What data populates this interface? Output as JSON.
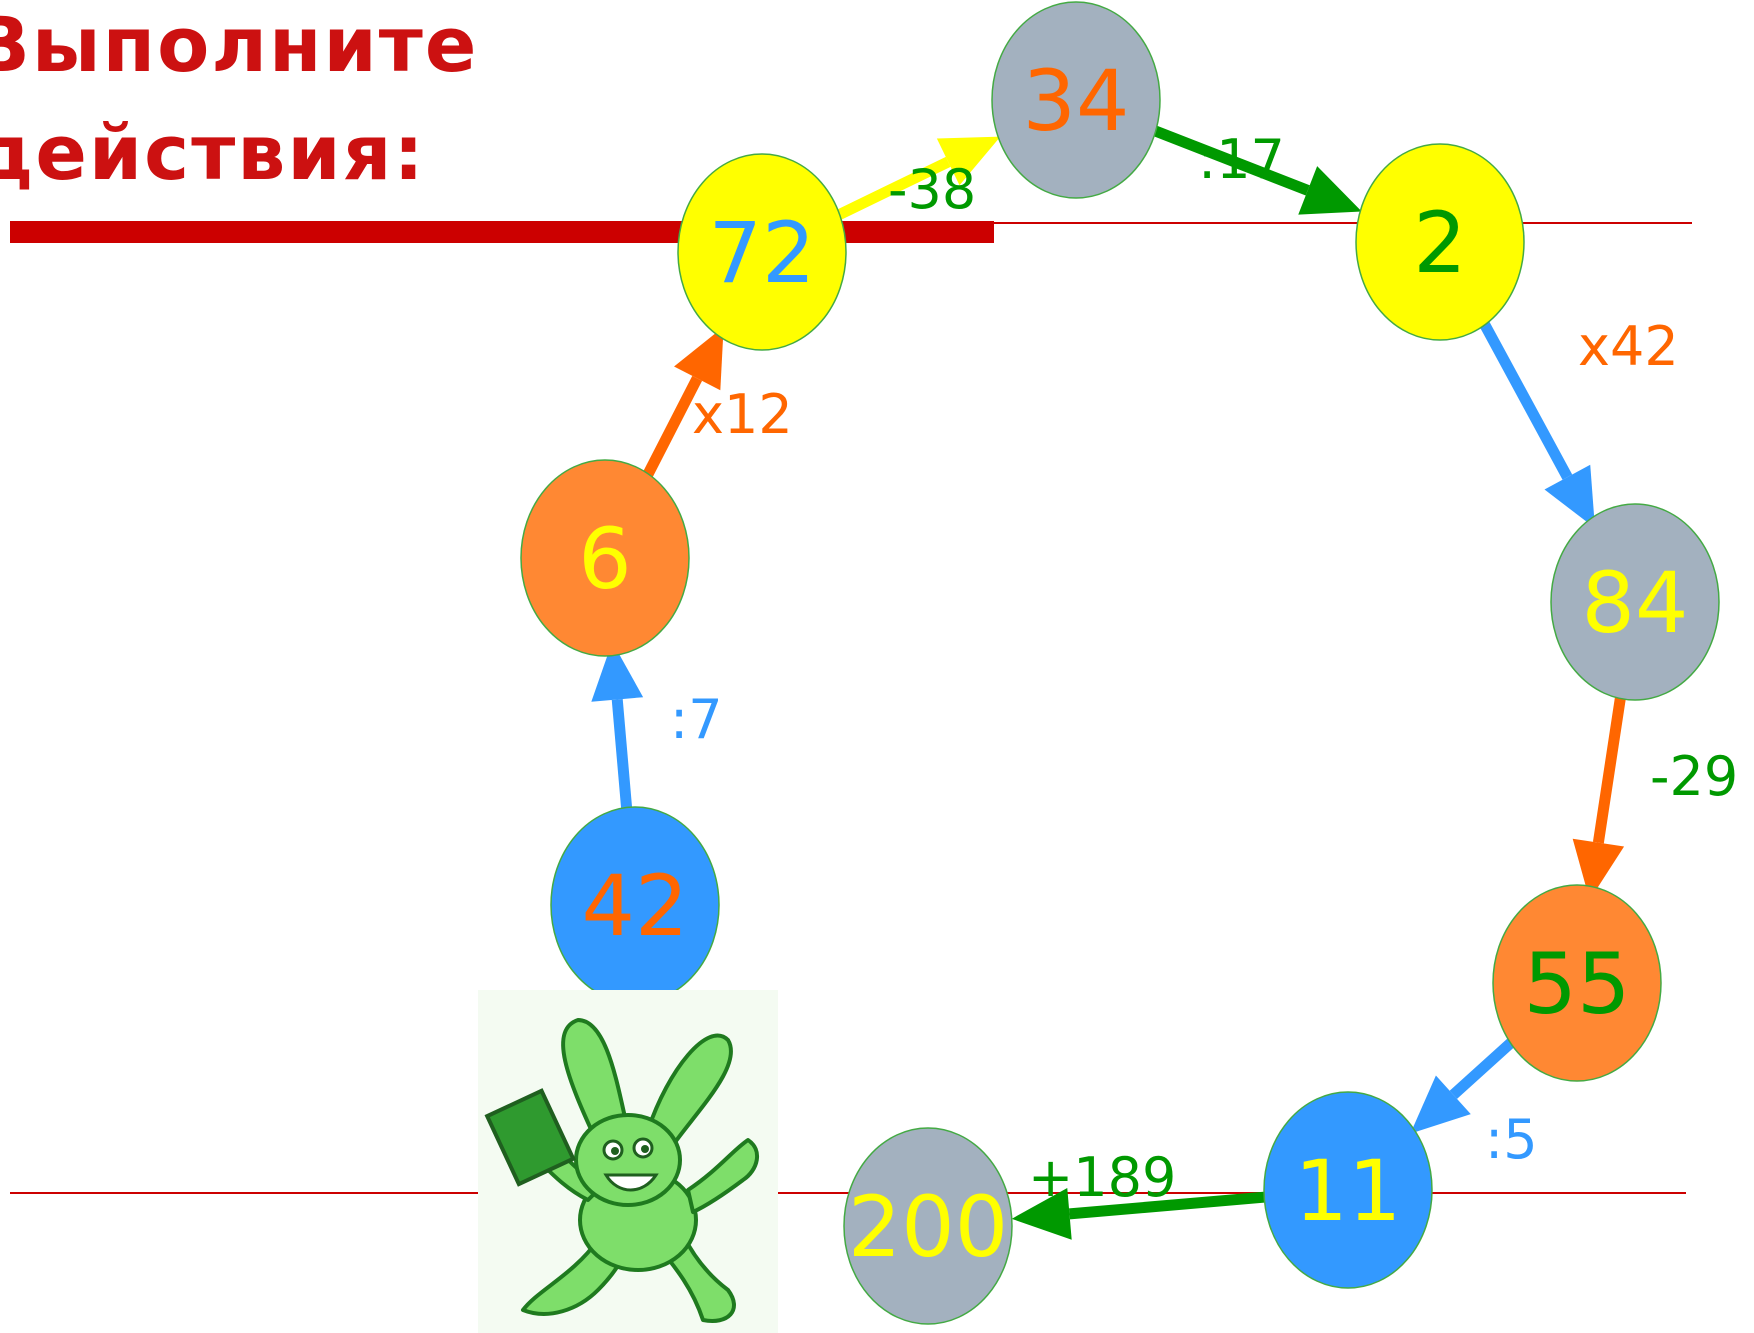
{
  "title": {
    "line1": "Выполните",
    "line2": "действия:"
  },
  "colors": {
    "title": "#cc1111",
    "rule": "#cc0000",
    "blue": "#3399ff",
    "orange": "#ff8833",
    "yellow": "#ffff00",
    "gray": "#a3b1bf",
    "green": "#009900",
    "text_orange": "#ff6600"
  },
  "nodes": [
    {
      "id": "n42",
      "label": "42",
      "fill": "blue",
      "text": "text_orange"
    },
    {
      "id": "n6",
      "label": "6",
      "fill": "orange",
      "text": "yellow"
    },
    {
      "id": "n72",
      "label": "72",
      "fill": "yellow",
      "text": "blue"
    },
    {
      "id": "n34",
      "label": "34",
      "fill": "gray",
      "text": "text_orange"
    },
    {
      "id": "n2",
      "label": "2",
      "fill": "yellow",
      "text": "green"
    },
    {
      "id": "n84",
      "label": "84",
      "fill": "gray",
      "text": "yellow"
    },
    {
      "id": "n55",
      "label": "55",
      "fill": "orange",
      "text": "green"
    },
    {
      "id": "n11",
      "label": "11",
      "fill": "blue",
      "text": "yellow"
    },
    {
      "id": "n200",
      "label": "200",
      "fill": "gray",
      "text": "yellow"
    }
  ],
  "operations": [
    {
      "from": "n42",
      "to": "n6",
      "label": ":7",
      "color": "blue"
    },
    {
      "from": "n6",
      "to": "n72",
      "label": "x12",
      "color": "text_orange"
    },
    {
      "from": "n72",
      "to": "n34",
      "label": "-38",
      "color": "yellow",
      "label_color": "green"
    },
    {
      "from": "n34",
      "to": "n2",
      "label": ":17",
      "color": "green"
    },
    {
      "from": "n2",
      "to": "n84",
      "label": "x42",
      "color": "blue",
      "label_color": "text_orange"
    },
    {
      "from": "n84",
      "to": "n55",
      "label": "-29",
      "color": "text_orange",
      "label_color": "green"
    },
    {
      "from": "n55",
      "to": "n11",
      "label": ":5",
      "color": "blue"
    },
    {
      "from": "n11",
      "to": "n200",
      "label": "+189",
      "color": "green"
    }
  ],
  "decoration": {
    "icon": "hare-icon"
  }
}
